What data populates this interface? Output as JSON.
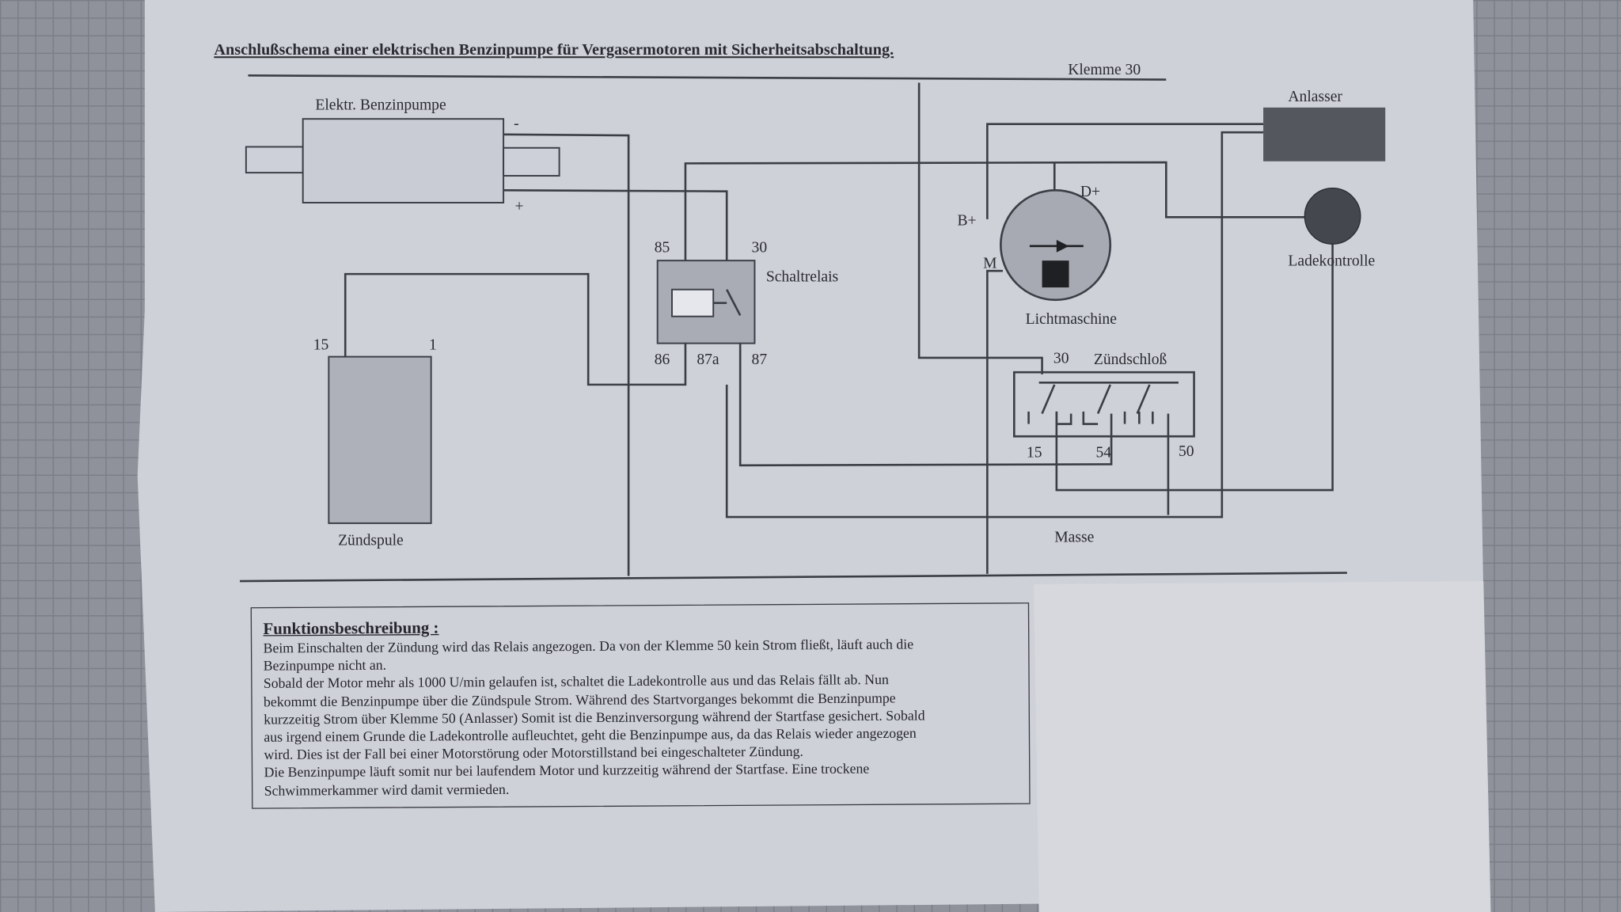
{
  "title": "Anschlußschema einer elektrischen Benzinpumpe für Vergasermotoren mit Sicherheitsabschaltung.",
  "labels": {
    "klemme30": "Klemme 30",
    "pump": "Elektr. Benzinpumpe",
    "minus": "-",
    "plus": "+",
    "anlasser": "Anlasser",
    "relay": "Schaltrelais",
    "r85": "85",
    "r30": "30",
    "r86": "86",
    "r87a": "87a",
    "r87": "87",
    "dplus": "D+",
    "bplus": "B+",
    "m": "M",
    "lichtmaschine": "Lichtmaschine",
    "ladekontrolle": "Ladekontrolle",
    "coil": "Zündspule",
    "coil15": "15",
    "coil1": "1",
    "lock": "Zündschloß",
    "lock30": "30",
    "lock15": "15",
    "lock54": "54",
    "lock50": "50",
    "masse": "Masse"
  },
  "description": {
    "heading": "Funktionsbeschreibung :",
    "lines": [
      "Beim Einschalten der Zündung wird das Relais angezogen. Da von der Klemme 50 kein Strom fließt, läuft auch die",
      "Bezinpumpe nicht an.",
      "Sobald der Motor mehr als 1000 U/min  gelaufen ist, schaltet die Ladekontrolle aus und das Relais fällt ab. Nun",
      "bekommt die Benzinpumpe über die Zündspule Strom. Während des Startvorganges bekommt die Benzinpumpe",
      "kurzzeitig Strom über Klemme 50 (Anlasser) Somit ist die Benzinversorgung während der Startfase gesichert. Sobald",
      "aus irgend einem Grunde die Ladekontrolle aufleuchtet, geht die Benzinpumpe aus, da das Relais wieder angezogen",
      "wird. Dies ist der Fall bei einer Motorstörung oder Motorstillstand bei eingeschalteter Zündung.",
      "Die Benzinpumpe läuft somit nur bei laufendem Motor und kurzzeitig während der Startfase. Eine trockene",
      "Schwimmerkammer wird damit vermieden."
    ]
  }
}
